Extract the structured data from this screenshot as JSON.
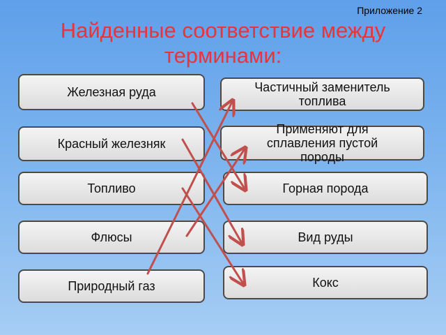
{
  "appendix_label": "Приложение 2",
  "title_line1": "Найденные  соответствие между",
  "title_line2": "терминами:",
  "terms": [
    "Железная руда",
    "Красный железняк",
    "Топливо",
    "Флюсы",
    "Природный газ"
  ],
  "definitions": [
    "Частичный заменитель топлива",
    "Применяют для сплавления пустой породы",
    "Горная порода",
    "Вид руды",
    "Кокс"
  ],
  "matches": [
    {
      "term": "Железная руда",
      "definition": "Горная порода"
    },
    {
      "term": "Красный железняк",
      "definition": "Вид руды"
    },
    {
      "term": "Топливо",
      "definition": "Кокс"
    },
    {
      "term": "Флюсы",
      "definition": "Применяют для сплавления пустой породы"
    },
    {
      "term": "Природный газ",
      "definition": "Частичный заменитель топлива"
    }
  ],
  "colors": {
    "title": "#e8343a",
    "arrow": "#c0504d"
  }
}
